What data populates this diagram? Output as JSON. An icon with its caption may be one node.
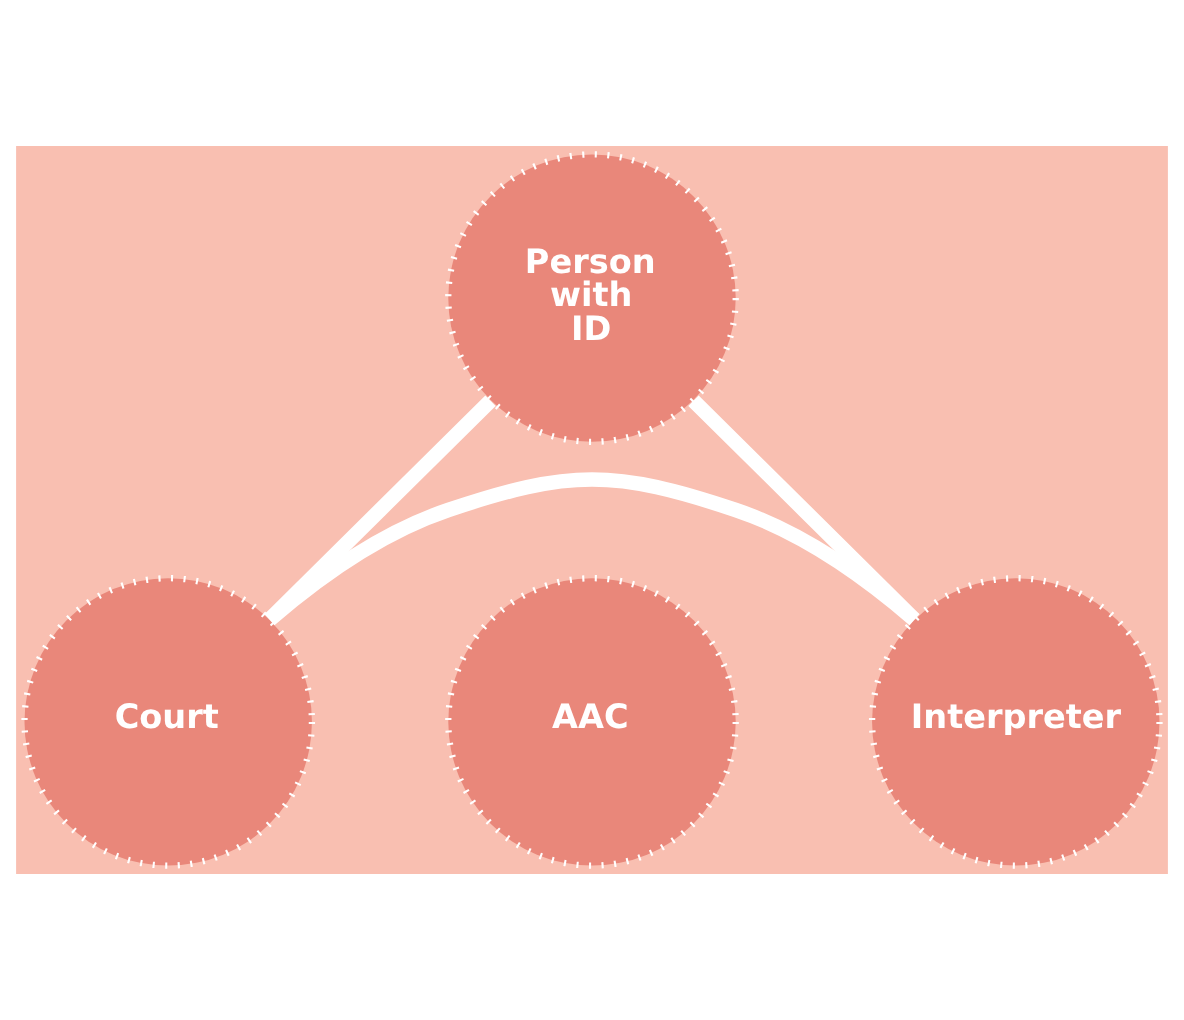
{
  "diagram": {
    "nodes": [
      {
        "text": [
          "Person with ID"
        ]
      },
      {
        "text": [
          "AAC"
        ]
      },
      {
        "text": [
          "Court"
        ]
      },
      {
        "text": [
          "Interpreter"
        ]
      }
    ],
    "edges": [
      {
        "from": 0,
        "to": 3,
        "arrow": "none"
      },
      {
        "from": 3,
        "to": 2,
        "arrow": "none"
      },
      {
        "from": 2,
        "to": 0,
        "arrow": "none"
      }
    ]
  }
}
